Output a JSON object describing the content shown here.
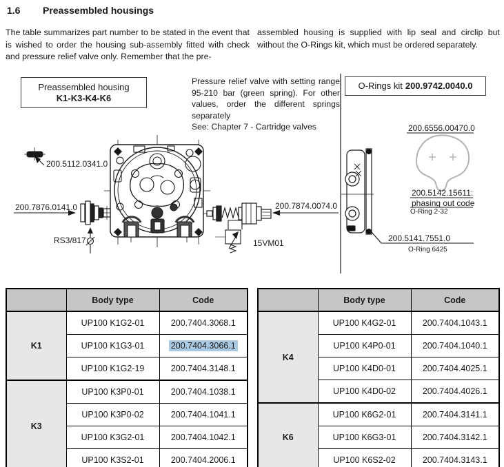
{
  "page": {
    "heading_number": "1.6",
    "heading_title": "Preassembled housings",
    "intro_left": "The table summarizes part number to be stated in the event that is wished to order the housing sub-assembly fitted with check and pressure relief valve only. Remember that the pre-",
    "intro_right": "assembled housing is supplied with lip seal and circlip but without the O-Rings kit, which must be ordered separately."
  },
  "diagram": {
    "housing_box": {
      "line1": "Preassembled housing",
      "line2": "K1-K3-K4-K6"
    },
    "relief_note": "Pressure relief valve with setting range 95-210 bar (green spring). For other values, order the different springs separately",
    "relief_note_see": "See: Chapter 7 - Cartridge valves",
    "orings_box": {
      "prefix": "O-Rings kit",
      "code": "200.9742.0040.0"
    },
    "labels": {
      "pin_code": "200.5112.0341.0",
      "left_valve_code": "200.7876.0141.0",
      "left_valve_symbol": "RS3/817",
      "right_valve_code": "200.7874.0074.0",
      "right_valve_symbol": "15VM01",
      "gasket_code": "200.6556.00470.0",
      "oring232_code": "200.5142.15611:",
      "oring232_note": "phasing out code",
      "oring232_name": "O-Ring 2-32",
      "oring6425_code": "200.5141.7551.0",
      "oring6425_name": "O-Ring 6425"
    }
  },
  "tables": {
    "columns": [
      "Body type",
      "Code"
    ],
    "left": {
      "groups": [
        {
          "key": "K1",
          "rows": [
            {
              "body": "UP100 K1G2-01",
              "code": "200.7404.3068.1"
            },
            {
              "body": "UP100 K1G3-01",
              "code": "200.7404.3066.1",
              "highlighted": true
            },
            {
              "body": "UP100 K1G2-19",
              "code": "200.7404.3148.1"
            }
          ]
        },
        {
          "key": "K3",
          "rows": [
            {
              "body": "UP100 K3P0-01",
              "code": "200.7404.1038.1"
            },
            {
              "body": "UP100 K3P0-02",
              "code": "200.7404.1041.1"
            },
            {
              "body": "UP100 K3G2-01",
              "code": "200.7404.1042.1"
            },
            {
              "body": "UP100 K3S2-01",
              "code": "200.7404.2006.1"
            }
          ]
        }
      ]
    },
    "right": {
      "groups": [
        {
          "key": "K4",
          "rows": [
            {
              "body": "UP100 K4G2-01",
              "code": "200.7404.1043.1"
            },
            {
              "body": "UP100 K4P0-01",
              "code": "200.7404.1040.1"
            },
            {
              "body": "UP100 K4D0-01",
              "code": "200.7404.4025.1"
            },
            {
              "body": "UP100 K4D0-02",
              "code": "200.7404.4026.1"
            }
          ]
        },
        {
          "key": "K6",
          "rows": [
            {
              "body": "UP100 K6G2-01",
              "code": "200.7404.3141.1"
            },
            {
              "body": "UP100 K6G3-01",
              "code": "200.7404.3142.1"
            },
            {
              "body": "UP100 K6S2-02",
              "code": "200.7404.3143.1"
            }
          ]
        }
      ]
    }
  },
  "colors": {
    "table_header_bg": "#c6c6c6",
    "group_cell_bg": "#e7e7e7",
    "selection_highlight": "#a9c8e2",
    "line": "#1a1a1a",
    "gasket_gray": "#b2b2b2"
  }
}
